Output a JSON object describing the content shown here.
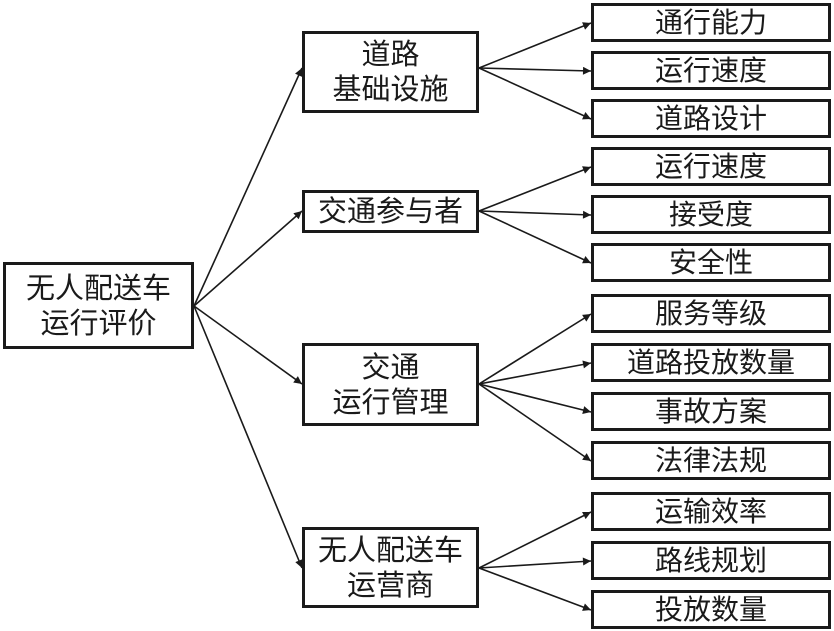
{
  "diagram": {
    "root": {
      "lines": [
        "无人配送车",
        "运行评价"
      ]
    },
    "categories": [
      {
        "lines": [
          "道路",
          "基础设施"
        ],
        "children": [
          "通行能力",
          "运行速度",
          "道路设计"
        ]
      },
      {
        "lines": [
          "交通参与者"
        ],
        "children": [
          "运行速度",
          "接受度",
          "安全性"
        ]
      },
      {
        "lines": [
          "交通",
          "运行管理"
        ],
        "children": [
          "服务等级",
          "道路投放数量",
          "事故方案",
          "法律法规"
        ]
      },
      {
        "lines": [
          "无人配送车",
          "运营商"
        ],
        "children": [
          "运输效率",
          "路线规划",
          "投放数量"
        ]
      }
    ],
    "colors": {
      "line": "#1a1a1a",
      "background": "#ffffff"
    }
  }
}
